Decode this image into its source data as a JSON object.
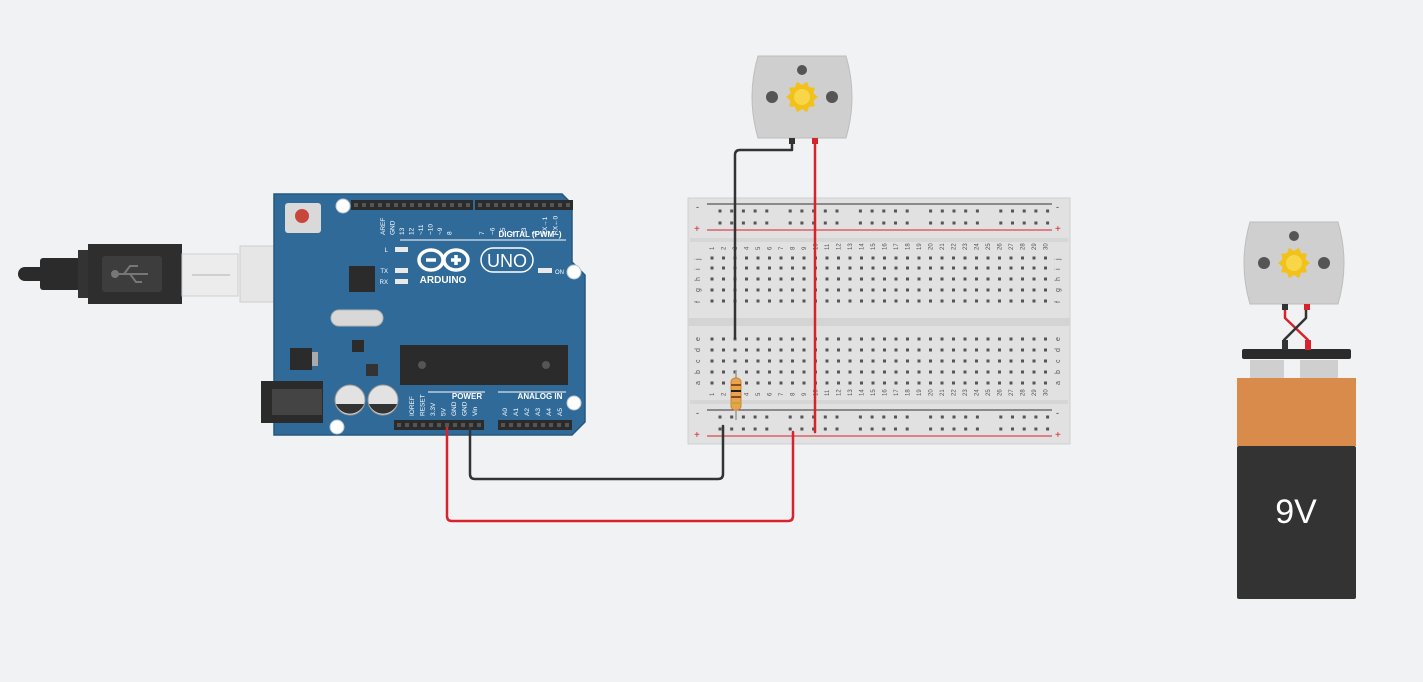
{
  "arduino": {
    "brand": "ARDUINO",
    "model": "UNO",
    "digital_label": "DIGITAL (PWM~)",
    "power_label": "POWER",
    "analog_label": "ANALOG IN",
    "on_label": "ON",
    "led_labels": [
      "L",
      "TX",
      "RX"
    ],
    "digital_pins": [
      "AREF",
      "GND",
      "13",
      "12",
      "~11",
      "~10",
      "~9",
      "8",
      "7",
      "~6",
      "~5",
      "4",
      "~3",
      "2",
      "TX→1",
      "RX←0"
    ],
    "power_pins": [
      "IOREF",
      "RESET",
      "3.3V",
      "5V",
      "GND",
      "GND",
      "Vin"
    ],
    "analog_pins": [
      "A0",
      "A1",
      "A2",
      "A3",
      "A4",
      "A5"
    ]
  },
  "breadboard": {
    "column_numbers": [
      "1",
      "2",
      "3",
      "4",
      "5",
      "6",
      "7",
      "8",
      "9",
      "10",
      "11",
      "12",
      "13",
      "14",
      "15",
      "16",
      "17",
      "18",
      "19",
      "20",
      "21",
      "22",
      "23",
      "24",
      "25",
      "26",
      "27",
      "28",
      "29",
      "30"
    ],
    "row_letters_top": [
      "j",
      "i",
      "h",
      "g",
      "f"
    ],
    "row_letters_bottom": [
      "e",
      "d",
      "c",
      "b",
      "a"
    ],
    "rail_minus": "-",
    "rail_plus": "+"
  },
  "battery": {
    "label": "9V"
  },
  "colors": {
    "background": "#f0f2f4",
    "arduino_board": "#2f6a99",
    "wire_red": "#d7232b",
    "wire_black": "#333333",
    "battery_top": "#d98b4b",
    "battery_body": "#333333",
    "motor_gear": "#f2c21a"
  },
  "icons": [
    "usb-icon",
    "arduino-infinity-logo",
    "gear-icon"
  ]
}
